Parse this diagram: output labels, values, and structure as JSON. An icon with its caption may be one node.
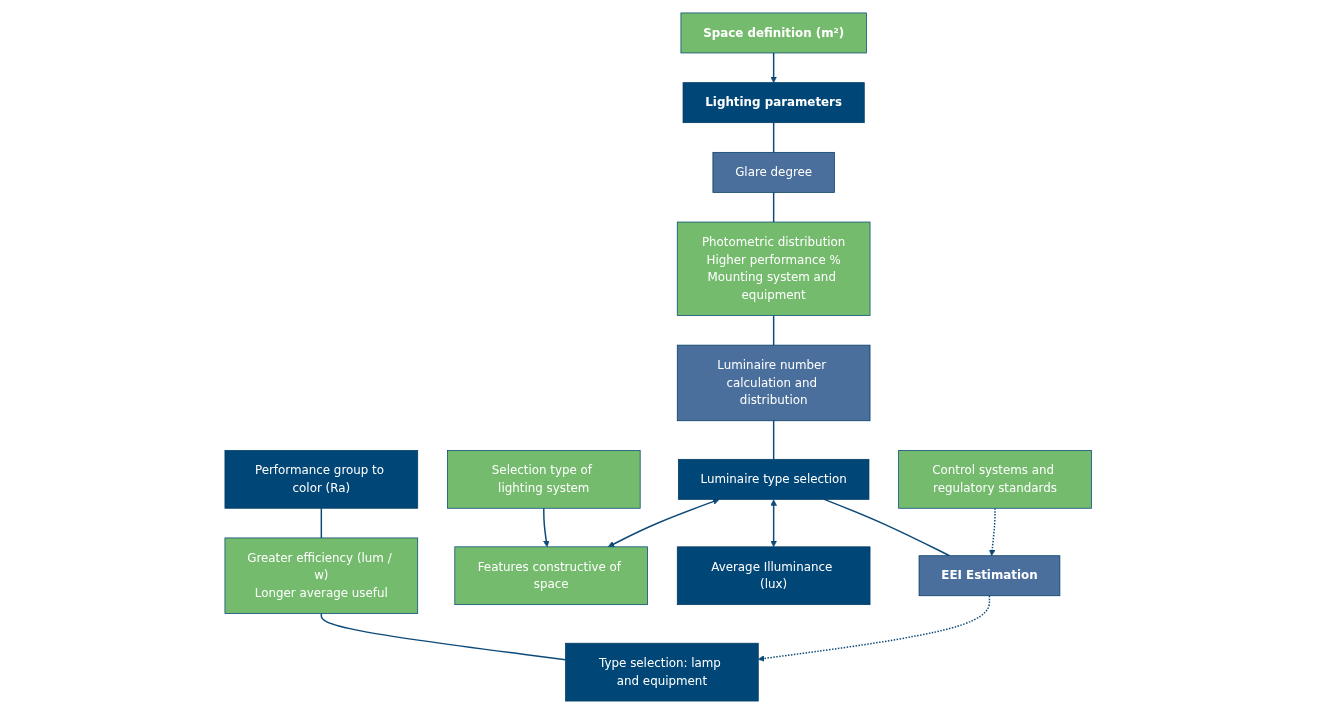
{
  "diagram": {
    "nodes": [
      {
        "text": [
          "Space definition (m²)"
        ]
      },
      {
        "text": [
          "Lighting parameters"
        ]
      },
      {
        "text": [
          "Performance group to color (Ra)"
        ]
      },
      {
        "text": [
          "Glare degree"
        ]
      },
      {
        "text": [
          "Average Illuminance (lux)"
        ]
      },
      {
        "text": [
          "Selection type of lighting system"
        ]
      },
      {
        "text": [
          "Greater efficiency (lum / w)",
          "Longer average useful"
        ]
      },
      {
        "text": [
          "Photometric distribution",
          "Higher performance %",
          "Mounting system and equipment"
        ]
      },
      {
        "text": [
          "Features constructive of space"
        ]
      },
      {
        "text": [
          "Type selection: lamp and equipment"
        ]
      },
      {
        "text": [
          "Luminaire number calculation and distribution"
        ]
      },
      {
        "text": [
          "Luminaire type selection"
        ]
      },
      {
        "text": [
          "Control systems and regulatory standards"
        ]
      },
      {
        "text": [
          "EEI Estimation"
        ]
      }
    ],
    "edges": [
      {
        "from": 0,
        "to": 1,
        "arrow": "to"
      },
      {
        "from": 1,
        "to": 3,
        "arrow": "none"
      },
      {
        "from": 3,
        "to": 7,
        "arrow": "none"
      },
      {
        "from": 7,
        "to": 10,
        "arrow": "none"
      },
      {
        "from": 10,
        "to": 11,
        "arrow": "none"
      },
      {
        "from": 11,
        "to": 13,
        "arrow": "none"
      },
      {
        "from": 2,
        "to": 6,
        "arrow": "none"
      },
      {
        "from": 6,
        "to": 9,
        "arrow": "none"
      },
      {
        "from": 13,
        "to": 9,
        "arrow": "to",
        "style": "dashed"
      },
      {
        "from": 11,
        "to": 4,
        "arrow": "both"
      },
      {
        "from": 11,
        "to": 8,
        "arrow": "both"
      },
      {
        "from": 5,
        "to": 8,
        "arrow": "to"
      },
      {
        "from": 12,
        "to": 13,
        "arrow": "to",
        "style": "dashed"
      }
    ]
  }
}
